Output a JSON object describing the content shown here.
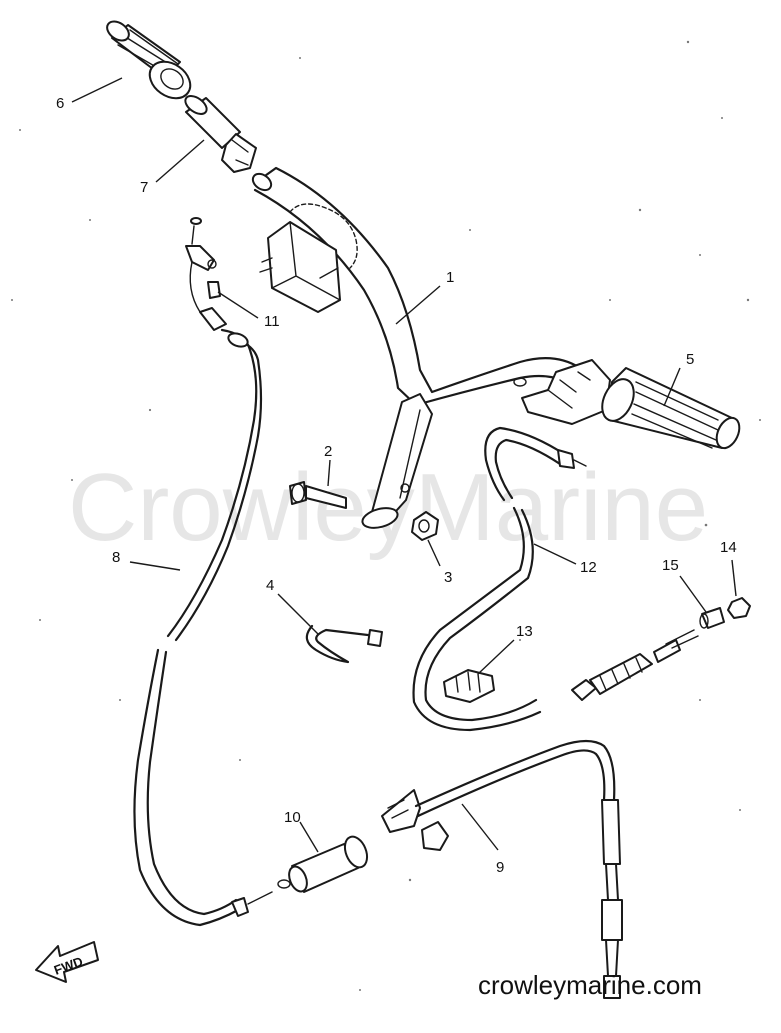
{
  "watermark": "CrowleyMarine",
  "site_url": "crowleymarine.com",
  "fwd_label": "FWD",
  "callouts": {
    "c1": "1",
    "c2": "2",
    "c3": "3",
    "c4": "4",
    "c5": "5",
    "c6": "6",
    "c7": "7",
    "c8": "8",
    "c9": "9",
    "c10": "10",
    "c11": "11",
    "c12": "12",
    "c13": "13",
    "c14": "14",
    "c15": "15"
  }
}
